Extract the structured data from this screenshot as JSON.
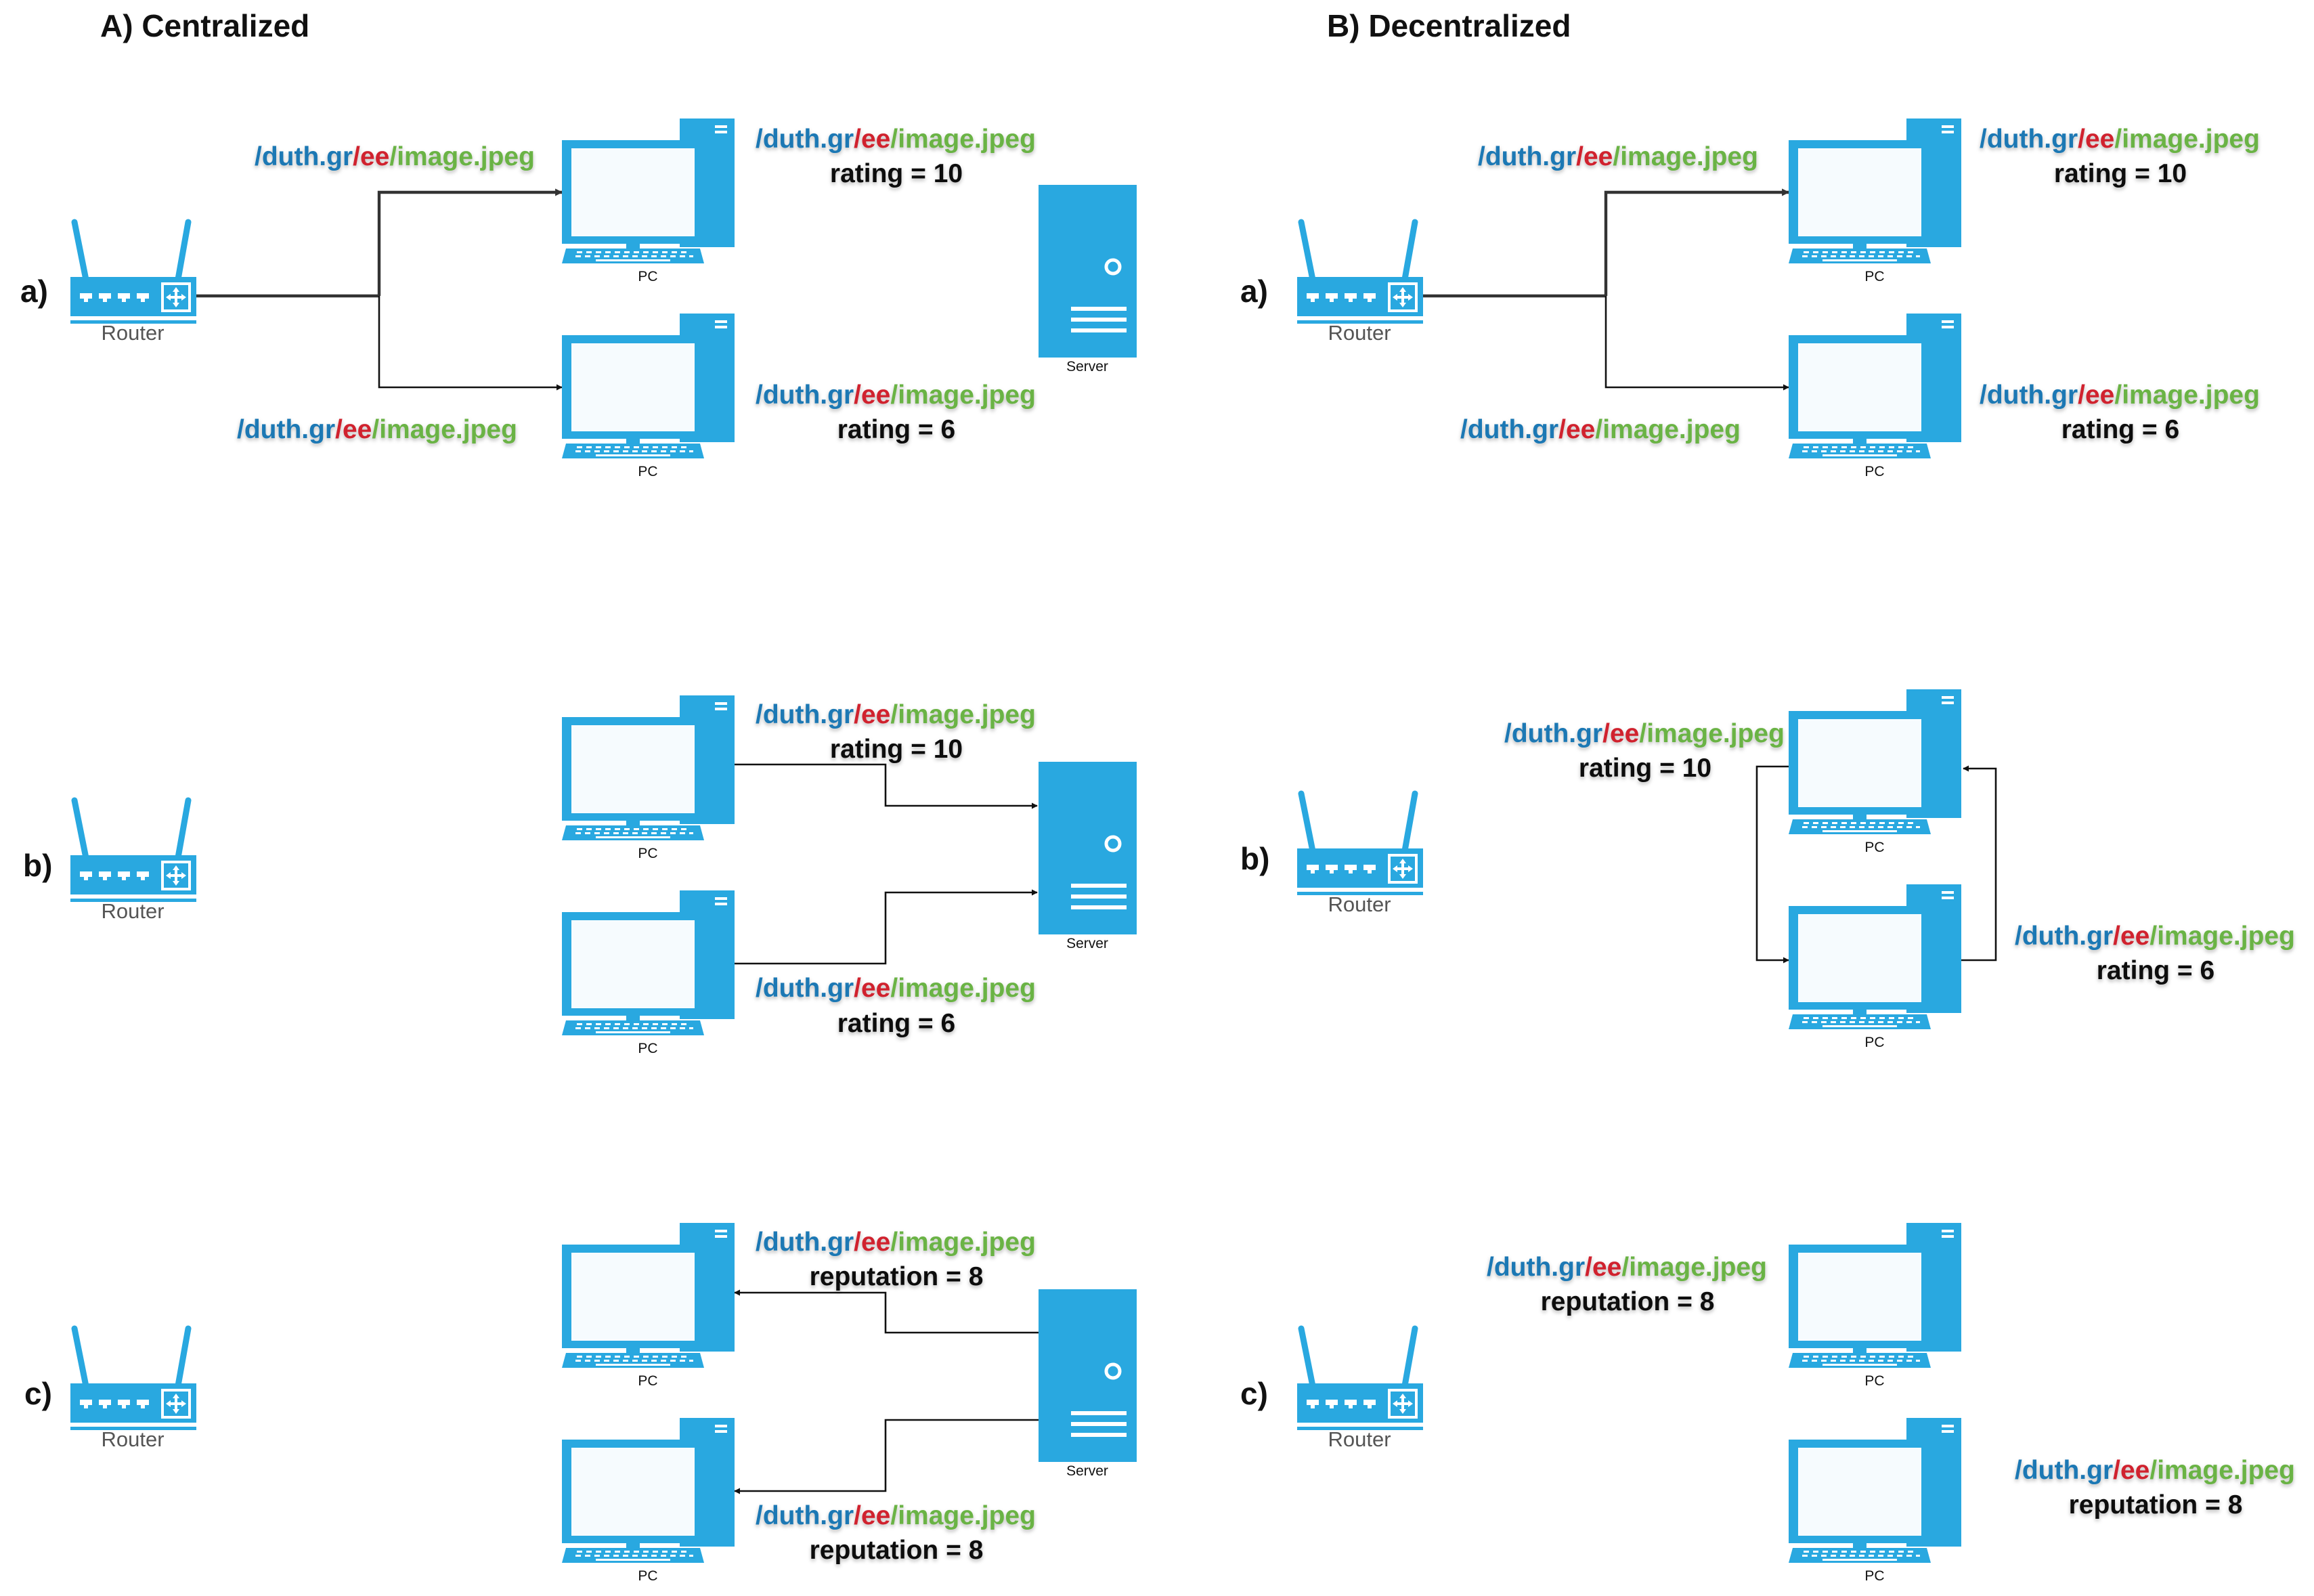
{
  "panels": {
    "centralized": {
      "title": "A) Centralized"
    },
    "decentralized": {
      "title": "B) Decentralized"
    }
  },
  "rows": {
    "a": "a)",
    "b": "b)",
    "c": "c)"
  },
  "devices": {
    "router": "Router",
    "pc": "PC",
    "server": "Server"
  },
  "url": {
    "domain": "/duth.gr",
    "slash": "/",
    "section": "ee",
    "file": "/image.jpeg"
  },
  "metrics": {
    "rating_10": "rating = 10",
    "rating_6": "rating = 6",
    "reputation_8": "reputation = 8"
  },
  "colors": {
    "device": "#29a8e0",
    "url_domain": "#1a78b4",
    "url_section": "#d0202e",
    "url_file": "#6ab344"
  }
}
